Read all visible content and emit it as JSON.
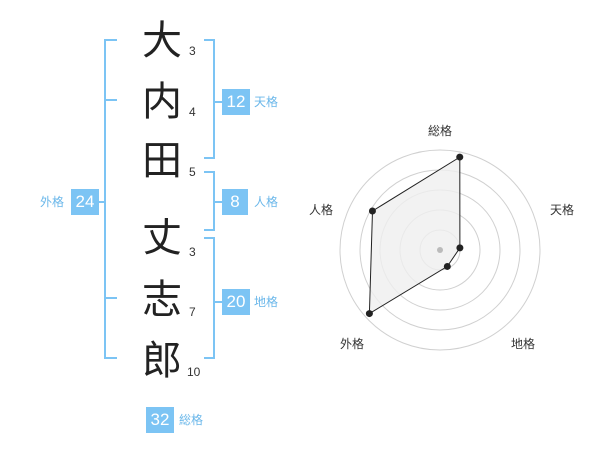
{
  "name_chars": [
    {
      "char": "大",
      "strokes": "3"
    },
    {
      "char": "内",
      "strokes": "4"
    },
    {
      "char": "田",
      "strokes": "5"
    },
    {
      "char": "丈",
      "strokes": "3"
    },
    {
      "char": "志",
      "strokes": "7"
    },
    {
      "char": "郎",
      "strokes": "10"
    }
  ],
  "fortunes": {
    "tenkaku": {
      "value": "12",
      "label": "天格"
    },
    "jinkaku": {
      "value": "8",
      "label": "人格"
    },
    "chikaku": {
      "value": "20",
      "label": "地格"
    },
    "gaikaku": {
      "value": "24",
      "label": "外格"
    },
    "soukaku": {
      "value": "32",
      "label": "総格"
    }
  },
  "radar": {
    "labels": {
      "top": "総格",
      "right": "天格",
      "bottom_right": "地格",
      "bottom_left": "外格",
      "left": "人格"
    },
    "values": {
      "soukaku": 0.95,
      "tenkaku": 0.2,
      "chikaku": 0.18,
      "gaikaku": 0.95,
      "jinkaku": 0.78
    },
    "colors": {
      "fill": "#efefef",
      "stroke": "#222222",
      "ring": "#d0d0d0",
      "center": "#bbbbbb"
    }
  },
  "colors": {
    "bracket": "#7cc4f4",
    "badge": "#7cc4f4",
    "label": "#6ab7ea"
  }
}
